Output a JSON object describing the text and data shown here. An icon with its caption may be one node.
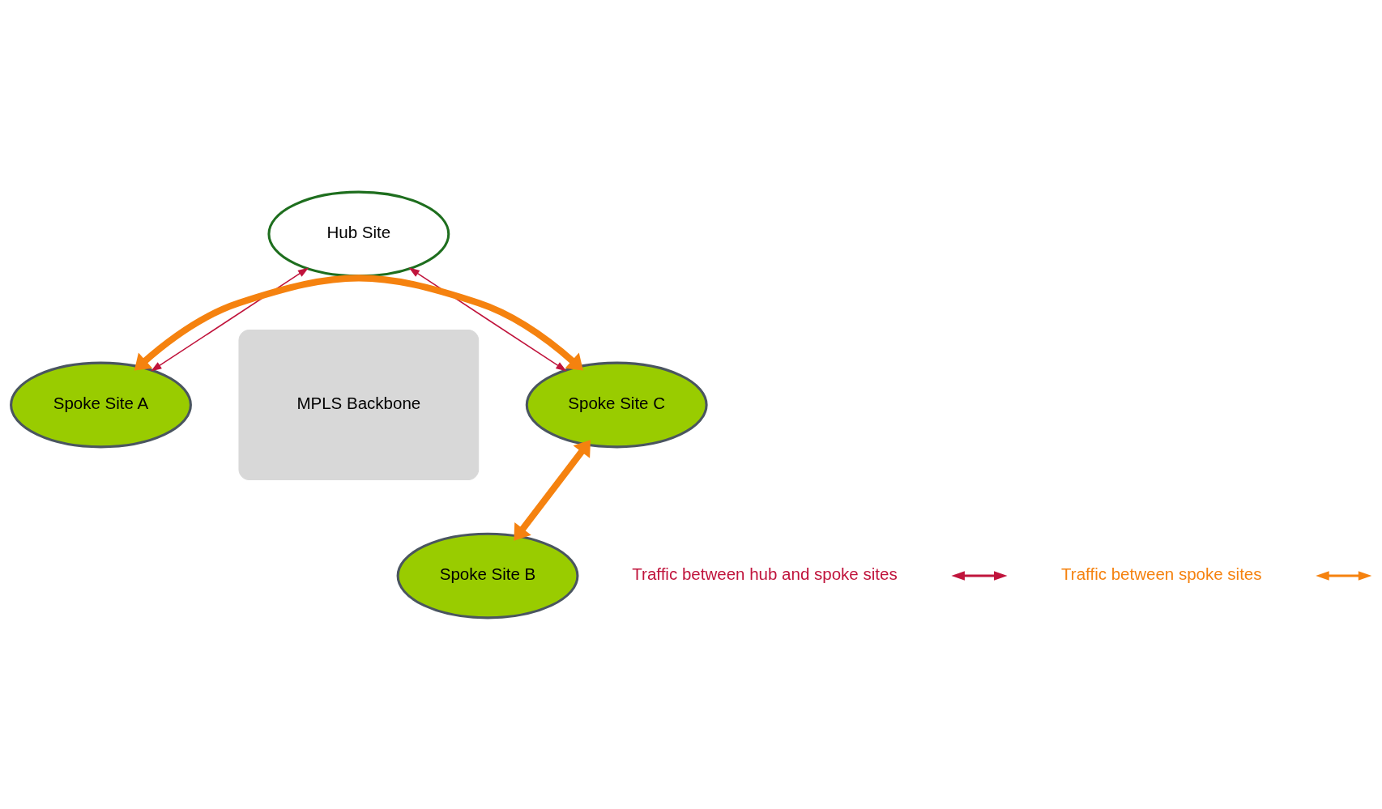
{
  "diagram": {
    "nodes": [
      {
        "text": [
          "Hub Site"
        ]
      },
      {
        "text": [
          "Spoke Site A"
        ]
      },
      {
        "text": [
          "Spoke Site C"
        ]
      },
      {
        "text": [
          "MPLS Backbone"
        ]
      },
      {
        "text": [
          "Spoke Site B"
        ]
      }
    ],
    "edges": [
      {
        "from": 0,
        "to": 1,
        "arrow": "both",
        "color": "#c0143c"
      },
      {
        "from": 0,
        "to": 2,
        "arrow": "both",
        "color": "#c0143c"
      },
      {
        "from": 1,
        "to": 2,
        "arrow": "both",
        "style": "thick",
        "color": "#f5820f"
      },
      {
        "from": 4,
        "to": 2,
        "arrow": "both",
        "style": "thick",
        "color": "#f5820f"
      }
    ],
    "legend": [
      {
        "text": "Traffic between hub and spoke sites"
      },
      {
        "text": "Traffic between spoke sites"
      }
    ]
  }
}
